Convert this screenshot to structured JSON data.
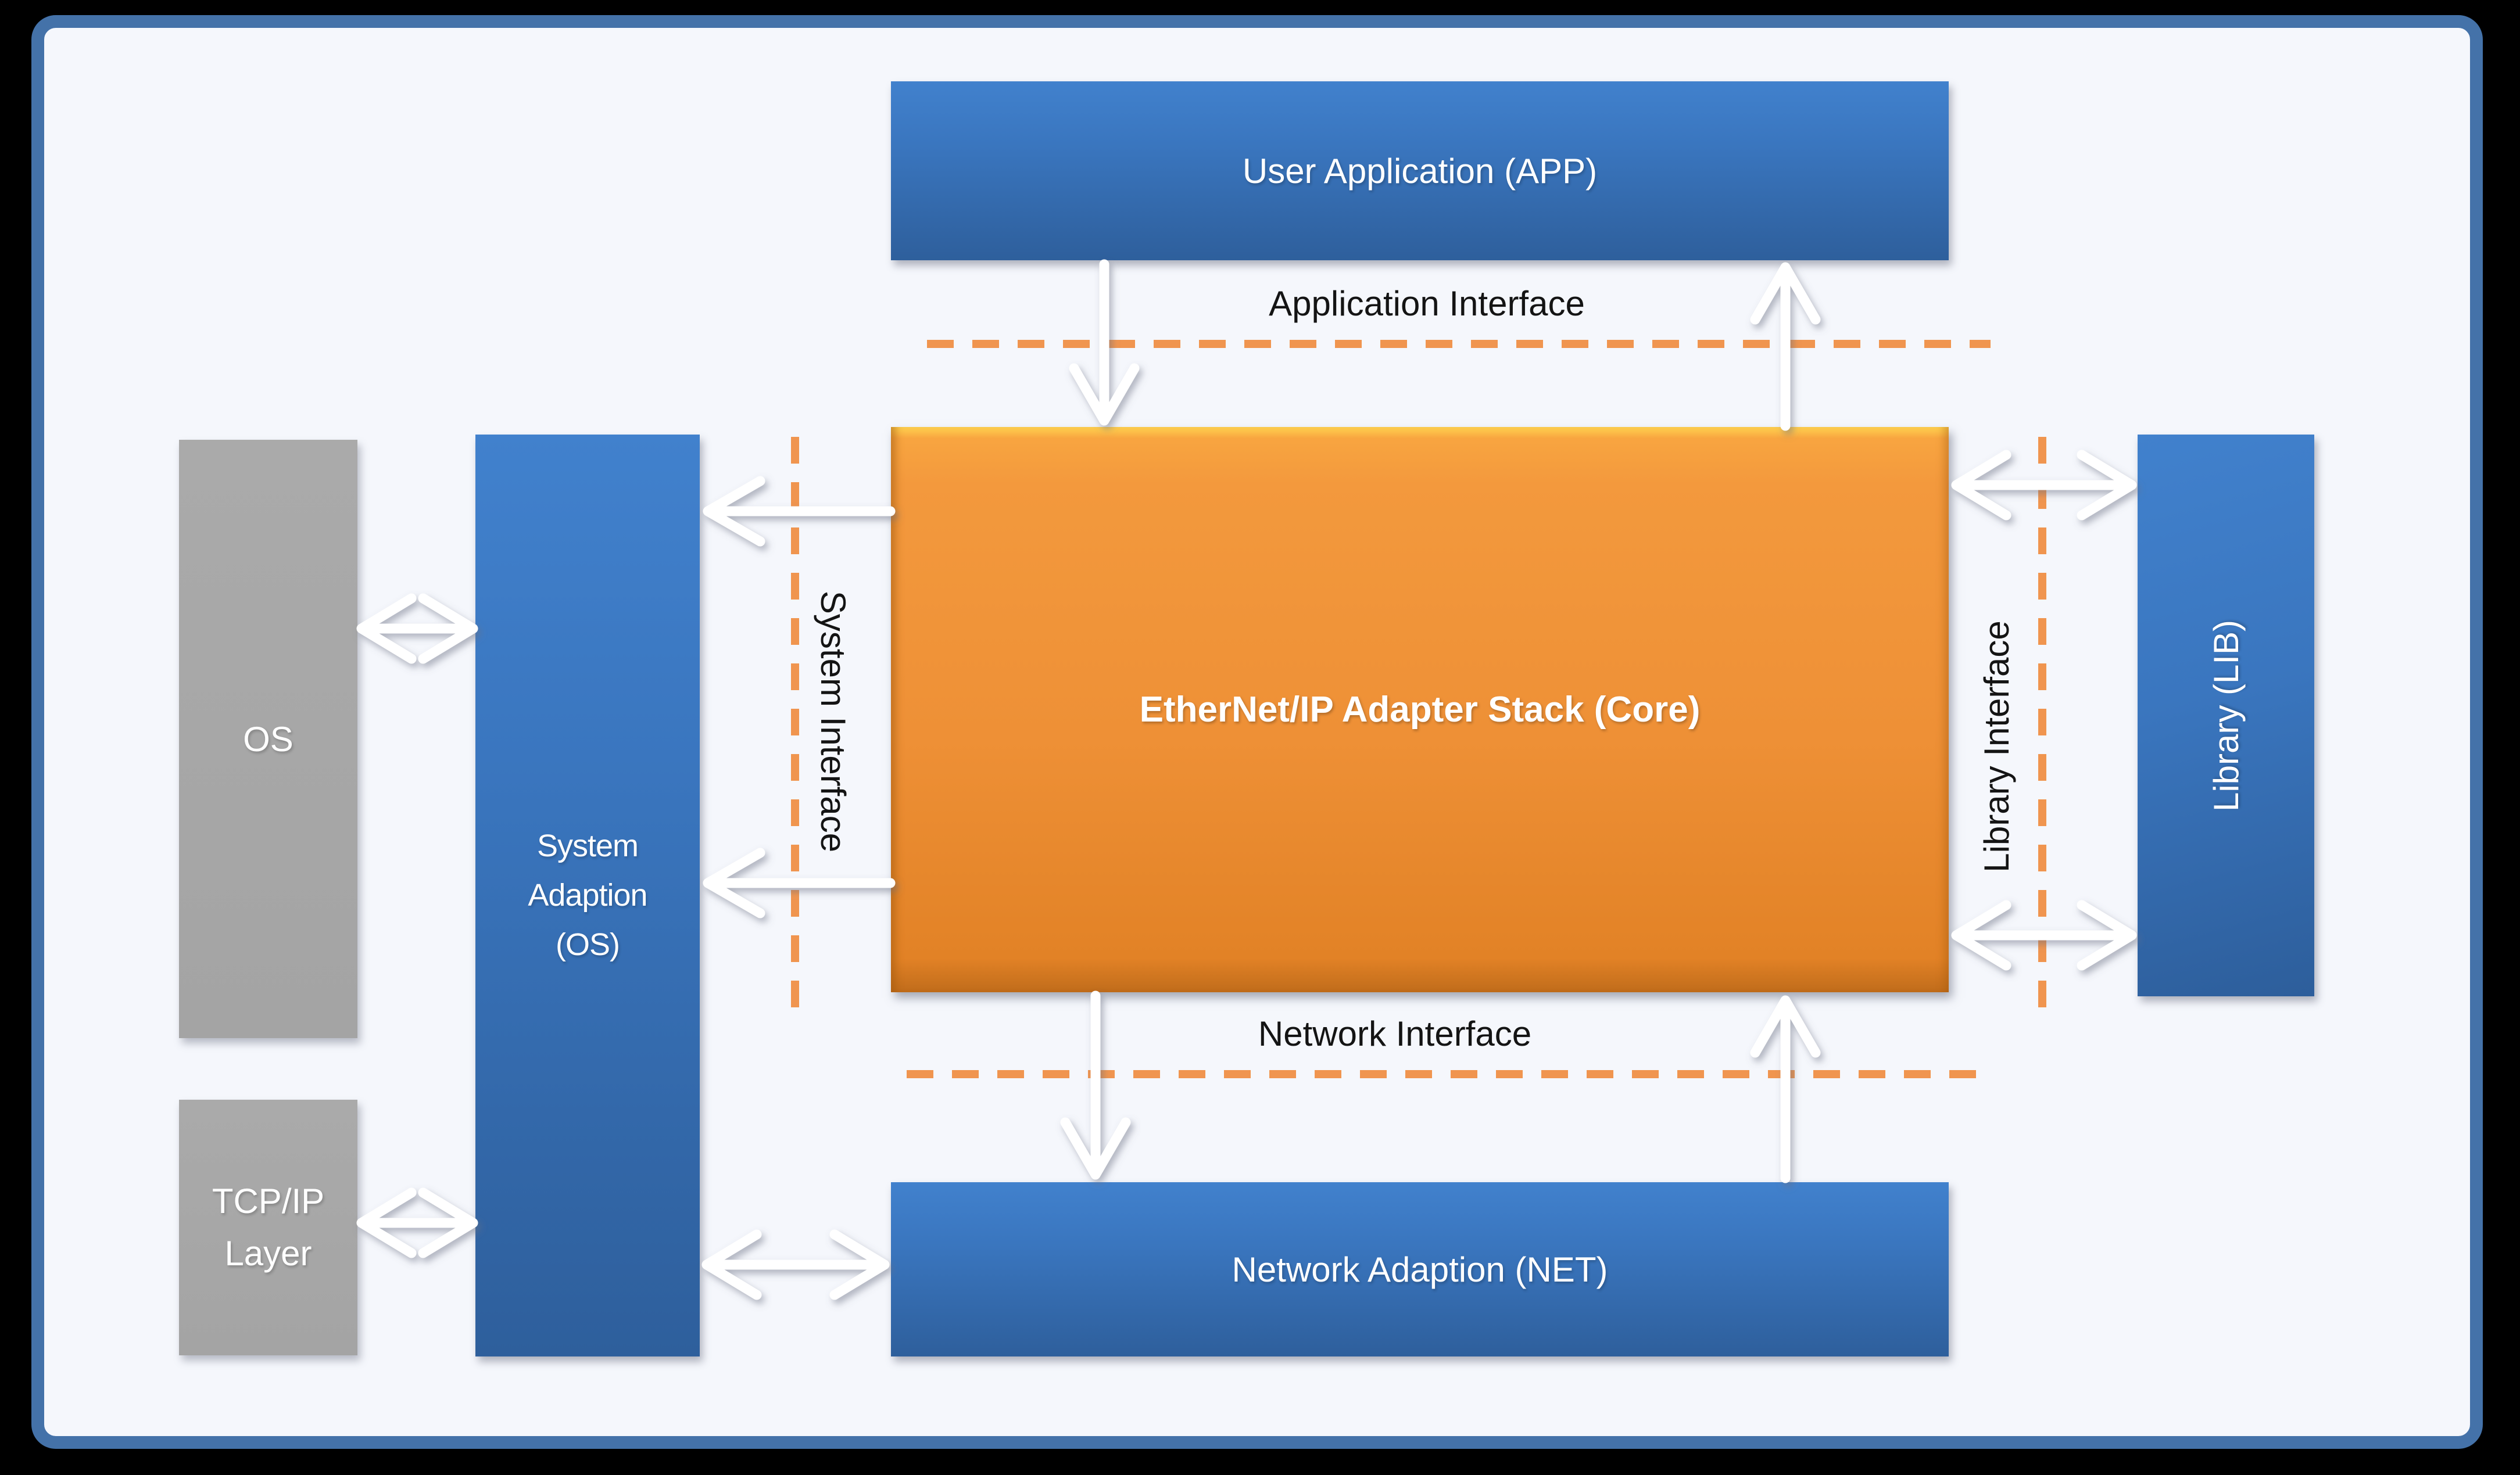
{
  "boxes": {
    "user_application": {
      "label": "User Application (APP)"
    },
    "core": {
      "label": "EtherNet/IP Adapter Stack (Core)"
    },
    "network_adaption": {
      "label": "Network Adaption (NET)"
    },
    "system_adaption": {
      "lines": [
        "System",
        "Adaption",
        "(OS)"
      ]
    },
    "os": {
      "label": "OS"
    },
    "tcpip_layer": {
      "lines": [
        "TCP/IP",
        "Layer"
      ]
    },
    "library": {
      "label": "Library (LIB)"
    }
  },
  "interface_labels": {
    "application": "Application Interface",
    "system": "System Interface",
    "network": "Network Interface",
    "library": "Library Interface"
  },
  "colors": {
    "outer_background": "#000000",
    "slide_background": "#F5F7FC",
    "frame_border": "#4472A9",
    "blue_box_top": "#4181CD",
    "blue_box_bottom": "#2E5F9C",
    "gray_box": "#A7A7A7",
    "core_box_top": "#F8A540",
    "core_box_bottom": "#E28226",
    "core_highlight": "#FFD24F",
    "dashed_divider": "#F0954F",
    "arrow": "#FFFFFF",
    "interface_text": "#141414",
    "box_text": "#FFFFFF"
  }
}
